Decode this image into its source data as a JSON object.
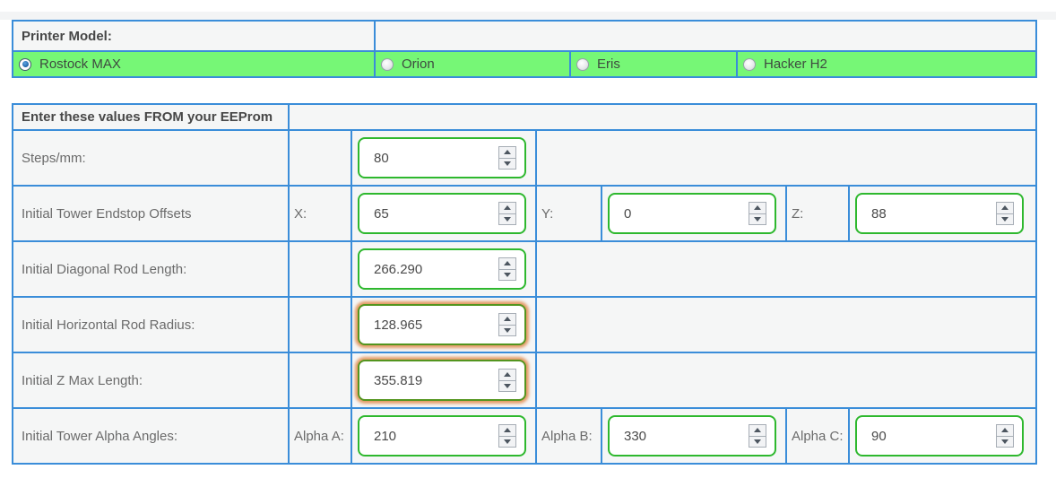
{
  "colors": {
    "table_border": "#3a8dd9",
    "cell_background": "#f5f6f6",
    "option_row_background": "#76f776",
    "input_border": "#2eb82e",
    "highlight_glow": "#de7c36"
  },
  "printer_model": {
    "header": "Printer Model:",
    "options": [
      {
        "label": "Rostock MAX",
        "selected": true
      },
      {
        "label": "Orion",
        "selected": false
      },
      {
        "label": "Eris",
        "selected": false
      },
      {
        "label": "Hacker H2",
        "selected": false
      }
    ]
  },
  "eeprom": {
    "header": "Enter these values FROM your EEProm",
    "rows": [
      {
        "label": "Steps/mm:",
        "value": "80",
        "highlighted": false
      },
      {
        "label": "Initial Tower Endstop Offsets",
        "fields": [
          {
            "sub": "X:",
            "value": "65"
          },
          {
            "sub": "Y:",
            "value": "0"
          },
          {
            "sub": "Z:",
            "value": "88"
          }
        ]
      },
      {
        "label": "Initial Diagonal Rod Length:",
        "value": "266.290",
        "highlighted": false
      },
      {
        "label": "Initial Horizontal Rod Radius:",
        "value": "128.965",
        "highlighted": true
      },
      {
        "label": "Initial Z Max Length:",
        "value": "355.819",
        "highlighted": true
      },
      {
        "label": "Initial Tower Alpha Angles:",
        "fields": [
          {
            "sub": "Alpha A:",
            "value": "210"
          },
          {
            "sub": "Alpha B:",
            "value": "330"
          },
          {
            "sub": "Alpha C:",
            "value": "90"
          }
        ]
      }
    ]
  }
}
